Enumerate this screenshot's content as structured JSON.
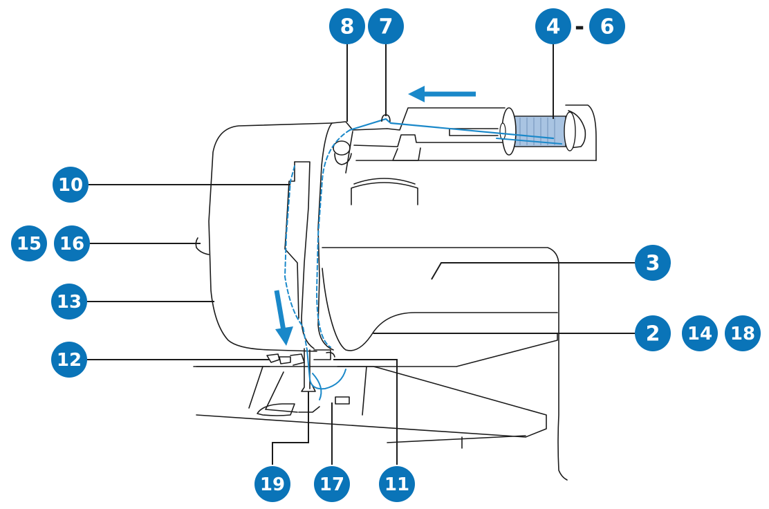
{
  "colors": {
    "badge": "#0a74b8",
    "thread": "#1a88c9",
    "outline": "#1a1a1a",
    "spool": "#a9c4e2"
  },
  "icons": {
    "arrow_top": "arrow-left-icon",
    "arrow_down": "arrow-down-icon"
  },
  "callouts": {
    "c8": "8",
    "c7": "7",
    "c4": "4",
    "dash": "-",
    "c6": "6",
    "c10": "10",
    "c15": "15",
    "c16": "16",
    "c3": "3",
    "c13": "13",
    "c2": "2",
    "c14": "14",
    "c18": "18",
    "c12": "12",
    "c19": "19",
    "c17": "17",
    "c11": "11"
  }
}
